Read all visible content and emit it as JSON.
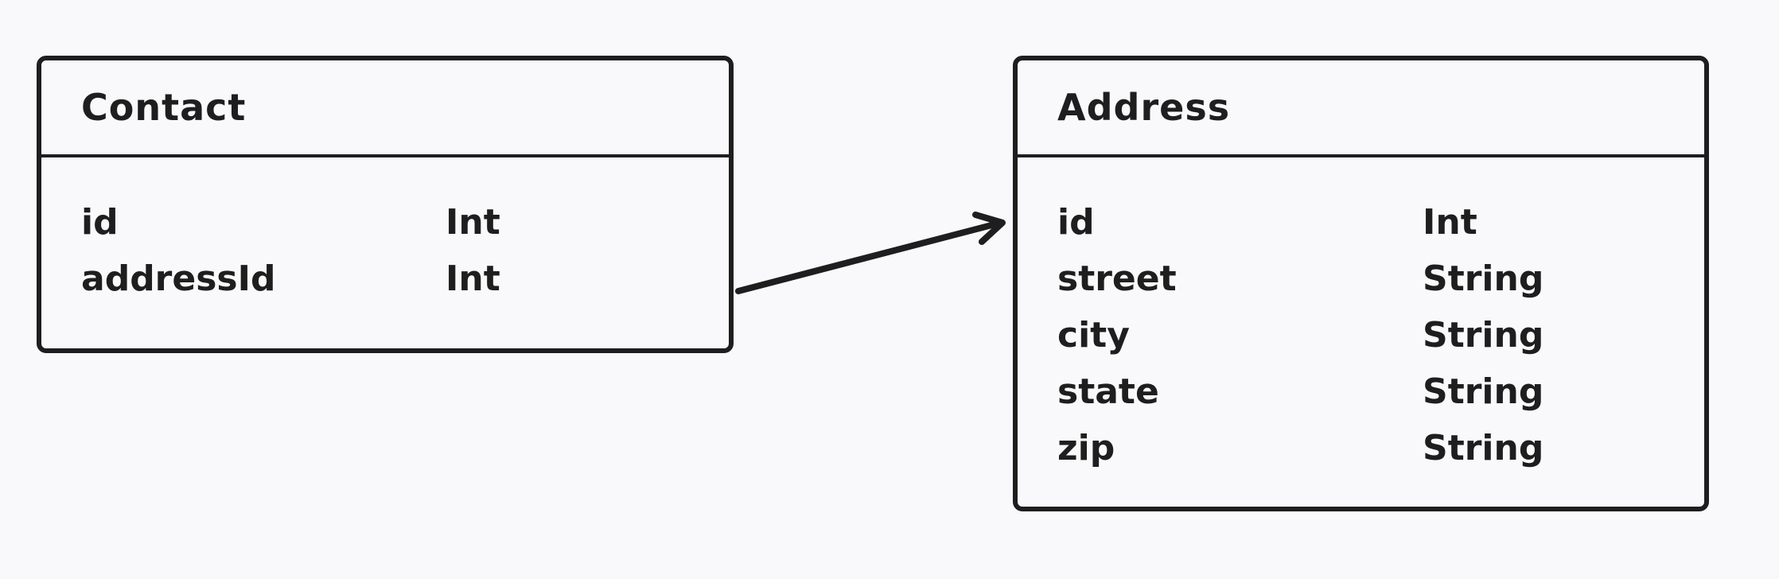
{
  "entities": {
    "contact": {
      "title": "Contact",
      "fields": [
        {
          "name": "id",
          "type": "Int"
        },
        {
          "name": "addressId",
          "type": "Int"
        }
      ]
    },
    "address": {
      "title": "Address",
      "fields": [
        {
          "name": "id",
          "type": "Int"
        },
        {
          "name": "street",
          "type": "String"
        },
        {
          "name": "city",
          "type": "String"
        },
        {
          "name": "state",
          "type": "String"
        },
        {
          "name": "zip",
          "type": "String"
        }
      ]
    }
  },
  "relationship": {
    "from": "contact",
    "to": "address",
    "arrow": "single"
  },
  "colors": {
    "background": "#f9f9fb",
    "stroke": "#1e1e1e"
  }
}
